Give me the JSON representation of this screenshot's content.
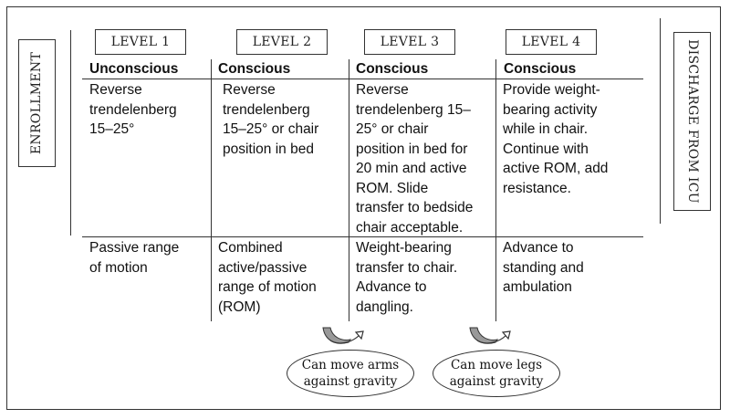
{
  "side": {
    "enrollment": "ENROLLMENT",
    "discharge": "DISCHARGE FROM ICU"
  },
  "levels": [
    {
      "label": "LEVEL 1",
      "state": "Unconscious",
      "position": "Reverse\ntrendelenberg\n15–25°",
      "activity": "Passive range\nof motion"
    },
    {
      "label": "LEVEL 2",
      "state": "Conscious",
      "position": "Reverse\ntrendelenberg\n15–25° or chair\nposition in bed",
      "activity": "Combined\nactive/passive\nrange of motion\n(ROM)"
    },
    {
      "label": "LEVEL 3",
      "state": "Conscious",
      "position": "Reverse\ntrendelenberg 15–\n25° or chair\nposition in bed for\n20 min and active\nROM. Slide\ntransfer to bedside\nchair acceptable.",
      "activity": "Weight-bearing\ntransfer to chair.\nAdvance to\ndangling."
    },
    {
      "label": "LEVEL 4",
      "state": "Conscious",
      "position": "Provide weight-\nbearing activity\nwhile in chair.\nContinue with\nactive ROM, add\nresistance.",
      "activity": "Advance to\nstanding and\nambulation"
    }
  ],
  "transitions": [
    {
      "text": "Can move arms\nagainst gravity"
    },
    {
      "text": "Can move legs\nagainst gravity"
    }
  ],
  "colors": {
    "line": "#333333",
    "arrow_fill": "#999999"
  }
}
